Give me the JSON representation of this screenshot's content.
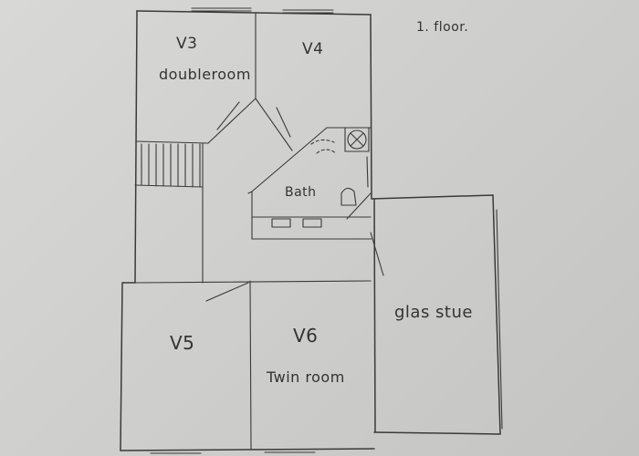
{
  "floor_label": "1. floor.",
  "rooms": {
    "v3": {
      "name": "V3",
      "type": "doubleroom"
    },
    "v4": {
      "name": "V4"
    },
    "bath": {
      "name": "Bath"
    },
    "glass": {
      "name": "glas stue"
    },
    "v5": {
      "name": "V5"
    },
    "v6": {
      "name": "V6",
      "type": "Twin room"
    }
  },
  "colors": {
    "paper": "#d4d4d2",
    "ink": "#3a3a3a"
  }
}
